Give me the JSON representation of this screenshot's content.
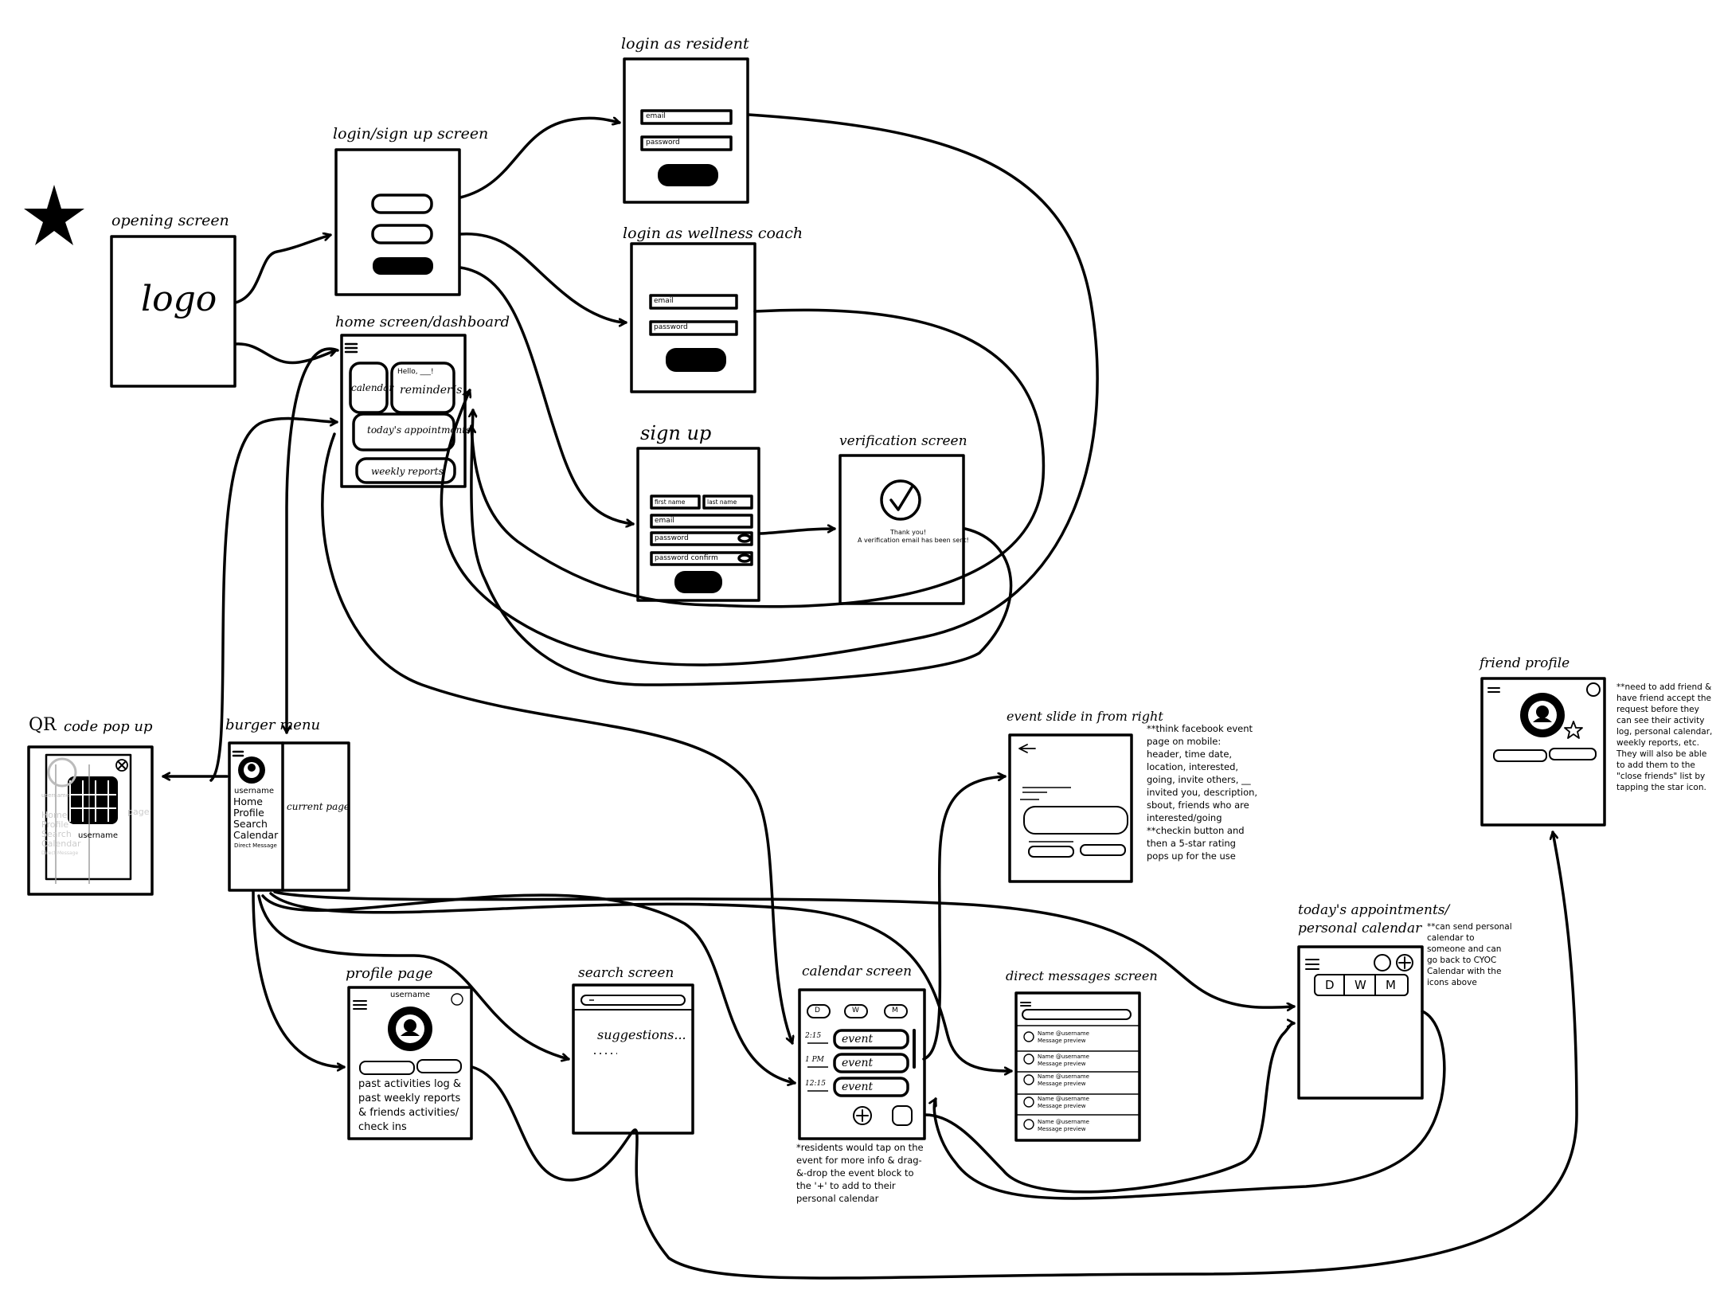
{
  "screens": {
    "opening": {
      "title": "opening screen",
      "logo": "logo"
    },
    "login_signup": {
      "title": "login/sign up screen"
    },
    "login_resident": {
      "title": "login as resident",
      "email": "email",
      "password": "password"
    },
    "login_coach": {
      "title": "login as wellness coach",
      "email": "email",
      "password": "password"
    },
    "signup": {
      "title": "sign up",
      "first_name": "first name",
      "last_name": "last name",
      "email": "email",
      "password": "password",
      "password_confirm": "password confirm"
    },
    "verification": {
      "title": "verification screen",
      "line1": "Thank you!",
      "line2": "A verification email has been sent!"
    },
    "home": {
      "title": "home screen/dashboard",
      "calendar": "calendar",
      "hello": "Hello, ___!",
      "reminders": "reminder(s)",
      "appointments": "today's appointments",
      "weekly": "weekly reports"
    },
    "qr": {
      "title_big": "QR",
      "title_rest": "code pop up",
      "username": "username",
      "ghost_username": "username",
      "ghost_lines": [
        "Home",
        "Profile",
        "Search",
        "Calendar",
        "Direct Message"
      ],
      "ghost_page": "page"
    },
    "burger": {
      "title": "burger menu",
      "username": "username",
      "items": [
        "Home",
        "Profile",
        "Search",
        "Calendar"
      ],
      "dm": "Direct Message",
      "current": "current page"
    },
    "profile": {
      "title": "profile page",
      "username": "username",
      "text_lines": [
        "past activities log &",
        "past weekly reports",
        "& friends activities/",
        "check ins"
      ]
    },
    "search": {
      "title": "search screen",
      "suggestions": "suggestions..."
    },
    "calendar_screen": {
      "title": "calendar screen",
      "tabs": [
        "D",
        "W",
        "M"
      ],
      "times": [
        "2:15",
        "1 PM",
        "12:15"
      ],
      "events": [
        "event",
        "event",
        "event"
      ]
    },
    "event_slide": {
      "title": "event slide in from right"
    },
    "dm": {
      "title": "direct messages screen",
      "rows": [
        {
          "name": "Name @username",
          "preview": "Message preview"
        },
        {
          "name": "Name @username",
          "preview": "Message preview"
        },
        {
          "name": "Name @username",
          "preview": "Message preview"
        },
        {
          "name": "Name @username",
          "preview": "Message preview"
        },
        {
          "name": "Name @username",
          "preview": "Message preview"
        }
      ]
    },
    "appointments": {
      "title_line1": "today's appointments/",
      "title_line2": "personal calendar",
      "tabs": [
        "D",
        "W",
        "M"
      ]
    },
    "friend": {
      "title": "friend profile"
    }
  },
  "notes": {
    "event": [
      "**think facebook event",
      "page on mobile:",
      "header, time date,",
      "location, interested,",
      "going, invite others, __",
      "invited you, description,",
      "sbout, friends who are",
      "interested/going",
      "**checkin button and",
      "then a 5-star rating",
      "pops up for the use"
    ],
    "calendar": [
      "*residents would tap on the",
      "event for more info & drag-",
      "&-drop the event block to",
      "the '+' to add to their",
      "personal calendar"
    ],
    "appointments": [
      "**can send personal",
      "calendar to",
      "someone and can",
      "go back to CYOC",
      "Calendar with the",
      "icons above"
    ],
    "friend": [
      "**need to add friend &",
      "have friend accept the",
      "request before they",
      "can see their activity",
      "log, personal calendar,",
      "weekly reports, etc.",
      "They will also be able",
      "to add them to the",
      "\"close friends\" list by",
      "tapping the star icon."
    ]
  }
}
